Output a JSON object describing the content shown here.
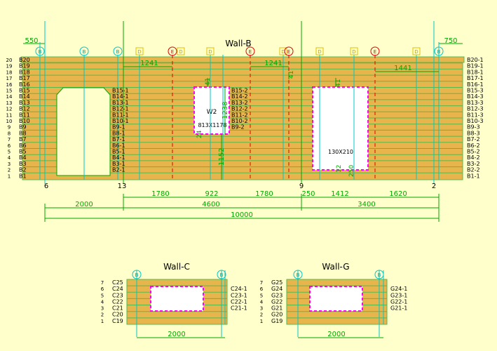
{
  "walls": {
    "b": {
      "title": "Wall-B",
      "row_numbers": [
        "20",
        "19",
        "18",
        "17",
        "16",
        "15",
        "14",
        "13",
        "12",
        "11",
        "10",
        "9",
        "8",
        "7",
        "6",
        "5",
        "4",
        "3",
        "2",
        "1"
      ],
      "left_labels": [
        "B20",
        "B19",
        "B18",
        "B17",
        "B16",
        "B15",
        "B14",
        "B13",
        "B12",
        "B11",
        "B10",
        "B9",
        "B8",
        "B7",
        "B6",
        "B5",
        "B4",
        "B3",
        "B2",
        "B1"
      ],
      "right_labels": [
        "B20-1",
        "B19-1",
        "B18-1",
        "B17-1",
        "B16-1",
        "B15-3",
        "B14-3",
        "B13-3",
        "B12-3",
        "B11-3",
        "B10-3",
        "B9-3",
        "B8-3",
        "B7-2",
        "B6-2",
        "B5-2",
        "B4-2",
        "B3-2",
        "B2-2",
        "B1-1"
      ],
      "labels_after_opening1": [
        "B15-1",
        "B14-1",
        "B13-1",
        "B12-1",
        "B11-1",
        "B10-1",
        "B9-1",
        "B8-1",
        "B7-1",
        "B6-1",
        "B5-1",
        "B4-1",
        "B3-1",
        "B2-1"
      ],
      "labels_after_opening2": [
        "B15-2",
        "B14-2",
        "B13-2",
        "B12-2",
        "B11-2",
        "B10-2",
        "B9-2"
      ],
      "window_name": "W2",
      "window_size": "813X1178",
      "door_size": "130X210",
      "markers": [
        "B",
        "B",
        "B",
        "D",
        "E",
        "D",
        "D",
        "E",
        "D",
        "E",
        "D",
        "D",
        "E",
        "D",
        "B"
      ],
      "grid_numbers": [
        "6",
        "13",
        "9",
        "2"
      ],
      "dims": {
        "left_overhang": "550",
        "right_overhang": "750",
        "top1": "1241",
        "top2": "1241",
        "top3": "1441",
        "v_small1": "41",
        "v_small2": "41",
        "v_small3": "41",
        "v_center": "1238",
        "v_low": "1152",
        "v_side": "24",
        "v_bottom1": "12",
        "v_bottom2": "250",
        "row1": [
          "1780",
          "922",
          "1780",
          "250",
          "1412",
          "1620"
        ],
        "row2": [
          "2000",
          "4600",
          "3400"
        ],
        "total": "10000"
      }
    },
    "c": {
      "title": "Wall-C",
      "markers": [
        "B",
        "B"
      ],
      "row_numbers": [
        "7",
        "6",
        "5",
        "4",
        "3",
        "2",
        "1"
      ],
      "left_labels": [
        "C25",
        "C24",
        "C23",
        "C22",
        "C21",
        "C20",
        "C19"
      ],
      "right_labels": [
        "C24-1",
        "C23-1",
        "C22-1",
        "C21-1"
      ],
      "dim": "2000"
    },
    "g": {
      "title": "Wall-G",
      "markers": [
        "B",
        "B"
      ],
      "row_numbers": [
        "7",
        "6",
        "5",
        "4",
        "3",
        "2",
        "1"
      ],
      "left_labels": [
        "G25",
        "G24",
        "G23",
        "G22",
        "G21",
        "G20",
        "G19"
      ],
      "right_labels": [
        "G24-1",
        "G23-1",
        "G22-1",
        "G21-1"
      ],
      "dim": "2000"
    }
  },
  "colors": {
    "background": "#ffffcc",
    "log_fill": "#e8b44c",
    "log_line": "#5ab84a",
    "dimension": "#00a800",
    "grid_cyan": "#00c8c8",
    "red_dash": "#e00000",
    "opening_edge": "#ff00ff",
    "text": "#000000",
    "marker_yellow": "#e0c000"
  }
}
